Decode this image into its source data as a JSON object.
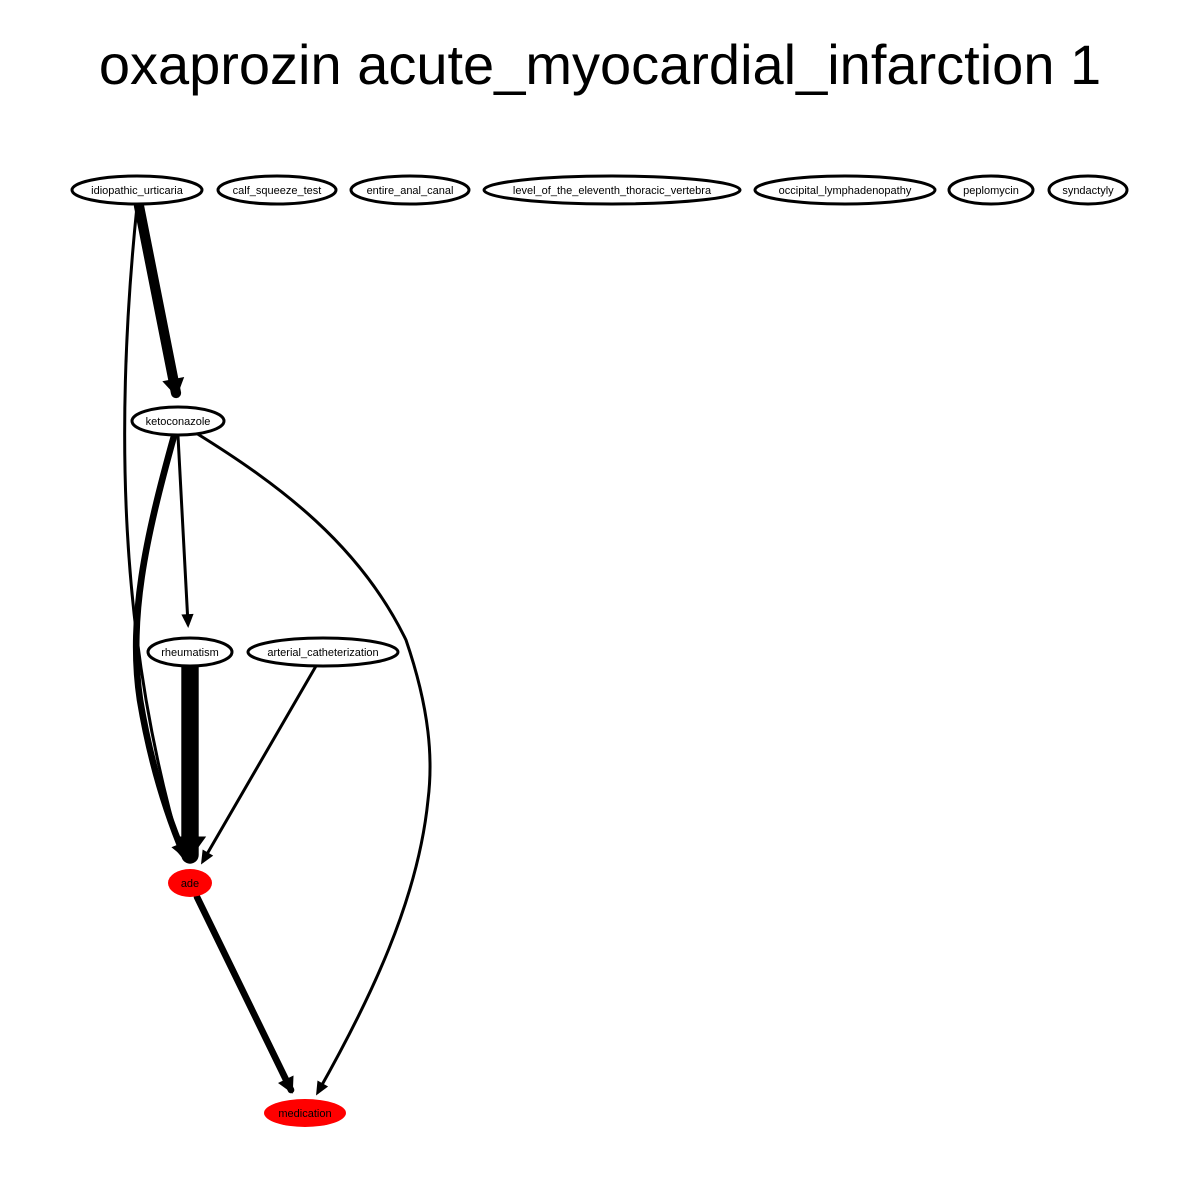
{
  "title": "oxaprozin acute_myocardial_infarction 1",
  "colors": {
    "highlight_node_fill": "#ff0000",
    "default_node_fill": "#ffffff",
    "stroke": "#000000"
  },
  "nodes": [
    {
      "id": "idiopathic_urticaria",
      "label": "idiopathic_urticaria",
      "highlight": false
    },
    {
      "id": "calf_squeeze_test",
      "label": "calf_squeeze_test",
      "highlight": false
    },
    {
      "id": "entire_anal_canal",
      "label": "entire_anal_canal",
      "highlight": false
    },
    {
      "id": "level_of_the_eleventh_thoracic_vertebra",
      "label": "level_of_the_eleventh_thoracic_vertebra",
      "highlight": false
    },
    {
      "id": "occipital_lymphadenopathy",
      "label": "occipital_lymphadenopathy",
      "highlight": false
    },
    {
      "id": "peplomycin",
      "label": "peplomycin",
      "highlight": false
    },
    {
      "id": "syndactyly",
      "label": "syndactyly",
      "highlight": false
    },
    {
      "id": "ketoconazole",
      "label": "ketoconazole",
      "highlight": false
    },
    {
      "id": "rheumatism",
      "label": "rheumatism",
      "highlight": false
    },
    {
      "id": "arterial_catheterization",
      "label": "arterial_catheterization",
      "highlight": false
    },
    {
      "id": "ade",
      "label": "ade",
      "highlight": true
    },
    {
      "id": "medication",
      "label": "medication",
      "highlight": true
    }
  ],
  "edges": [
    {
      "from": "idiopathic_urticaria",
      "to": "ketoconazole",
      "weight": 3
    },
    {
      "from": "idiopathic_urticaria",
      "to": "ade",
      "weight": 1
    },
    {
      "from": "ketoconazole",
      "to": "ade",
      "weight": 2
    },
    {
      "from": "ketoconazole",
      "to": "rheumatism",
      "weight": 1
    },
    {
      "from": "ketoconazole",
      "to": "medication",
      "weight": 1
    },
    {
      "from": "rheumatism",
      "to": "ade",
      "weight": 5
    },
    {
      "from": "arterial_catheterization",
      "to": "ade",
      "weight": 1
    },
    {
      "from": "ade",
      "to": "medication",
      "weight": 2
    }
  ]
}
